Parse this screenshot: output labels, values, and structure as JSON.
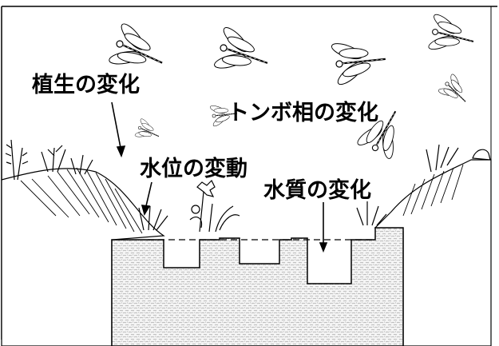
{
  "labels": {
    "vegetation": "植生の変化",
    "dragonfly": "トンボ相の変化",
    "water_level": "水位の変動",
    "water_quality": "水質の変化"
  },
  "icons": [
    "dragonfly-icon",
    "reed-icon",
    "wildflower-icon",
    "grass-tuft-icon"
  ],
  "colors": {
    "ink": "#000000",
    "paper": "#ffffff",
    "water_stipple": "#9a9a9a"
  }
}
